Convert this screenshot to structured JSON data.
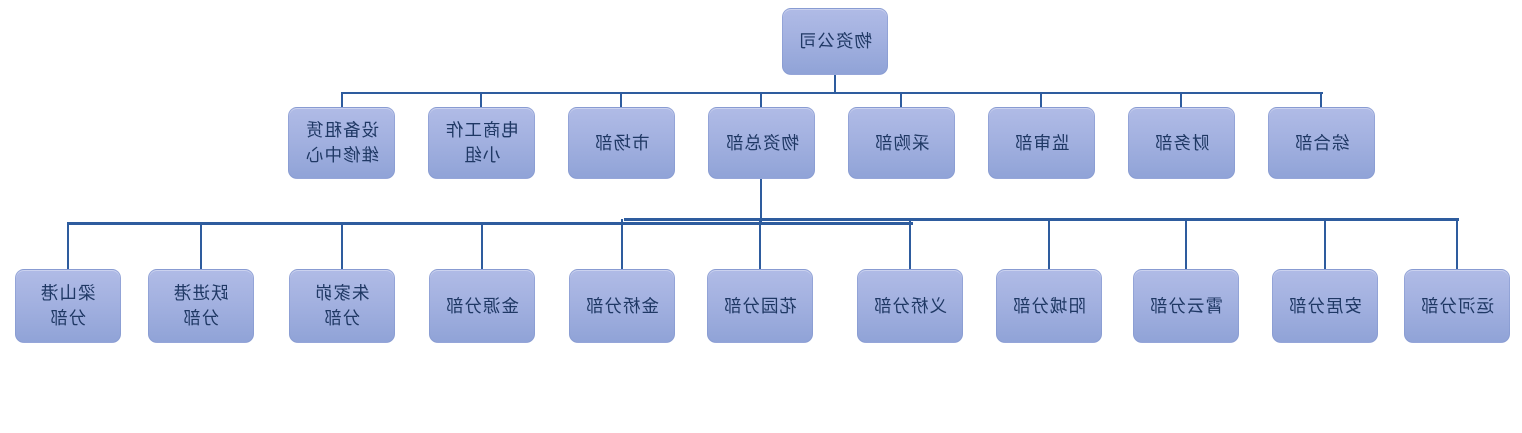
{
  "org_chart": {
    "type": "org-tree",
    "text_rendering": "mirrored-horizontal",
    "colors": {
      "node_fill_top": "#B0BBE6",
      "node_fill_bottom": "#90A3D7",
      "connector_line": "#2E5C9E",
      "node_text": "#1F3864",
      "background": "#FFFFFF"
    },
    "root": {
      "label": "物资公司"
    },
    "level2": [
      {
        "label": "设备租赁\n维修中心"
      },
      {
        "label": "电商工作\n小组"
      },
      {
        "label": "市场部"
      },
      {
        "label": "物资总部"
      },
      {
        "label": "采购部"
      },
      {
        "label": "监审部"
      },
      {
        "label": "财务部"
      },
      {
        "label": "综合部"
      }
    ],
    "level3_parent": "物资总部",
    "level3": [
      {
        "label": "梁山港\n分部"
      },
      {
        "label": "跃进港\n分部"
      },
      {
        "label": "朱家峁\n分部"
      },
      {
        "label": "金源分部"
      },
      {
        "label": "金桥分部"
      },
      {
        "label": "花园分部"
      },
      {
        "label": "义桥分部"
      },
      {
        "label": "阳城分部"
      },
      {
        "label": "霄云分部"
      },
      {
        "label": "安居分部"
      },
      {
        "label": "运河分部"
      }
    ]
  }
}
